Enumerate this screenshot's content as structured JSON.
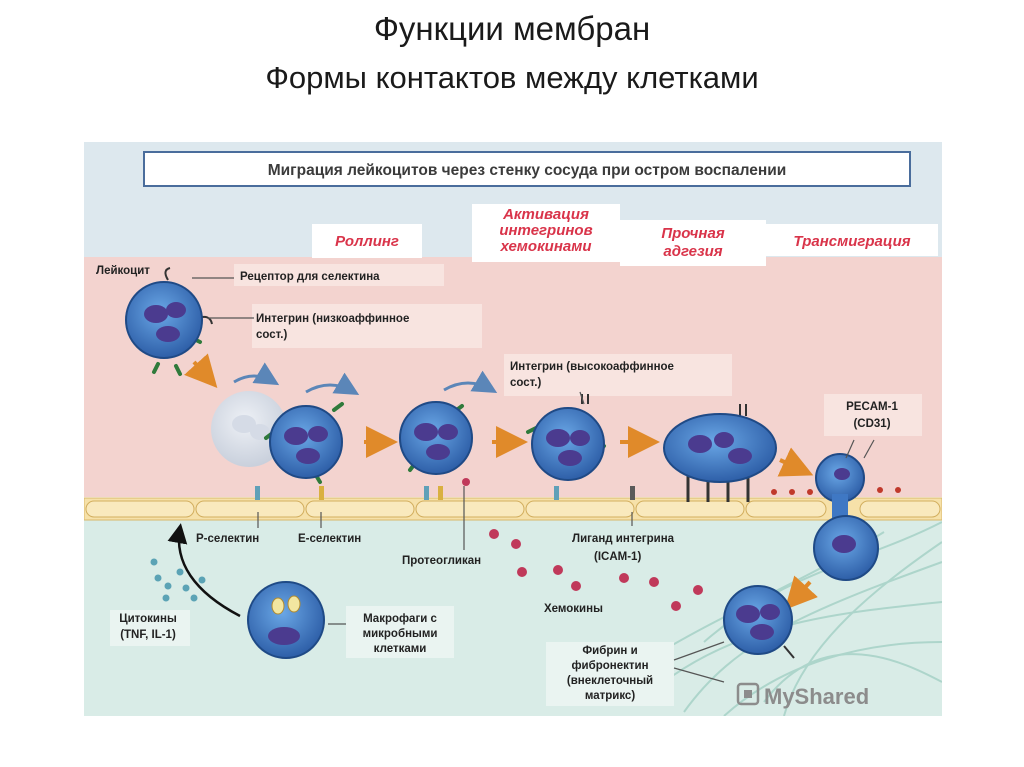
{
  "slide": {
    "title": "Функции мембран",
    "subtitle": "Формы контактов между клетками"
  },
  "figure": {
    "header": "Миграция лейкоцитов через стенку сосуда при остром воспалении",
    "stages": {
      "rolling": "Роллинг",
      "activation": [
        "Активация",
        "интегринов",
        "хемокинами"
      ],
      "adhesion": [
        "Прочная",
        "адгезия"
      ],
      "transmigration": "Трансмиграция"
    },
    "labels": {
      "leukocyte": "Лейкоцит",
      "selectin_receptor": "Рецептор для селектина",
      "integrin_low": [
        "Интегрин (низкоаффинное",
        "сост.)"
      ],
      "integrin_high": [
        "Интегрин (высокоаффинное",
        "сост.)"
      ],
      "pecam": [
        "PECAM-1",
        "(CD31)"
      ],
      "p_selectin": "Р-селектин",
      "e_selectin": "Е-селектин",
      "proteoglycan": "Протеогликан",
      "integrin_ligand": [
        "Лиганд интегрина",
        "(ICAM-1)"
      ],
      "cytokines": [
        "Цитокины",
        "(TNF, IL-1)"
      ],
      "macrophages": [
        "Макрофаги с",
        "микробными",
        "клетками"
      ],
      "chemokines": "Хемокины",
      "fibrin": [
        "Фибрин и",
        "фибронектин",
        "(внеклеточный",
        "матрикс)"
      ]
    },
    "watermark": "MyShared",
    "colors": {
      "vessel_lumen": "#f3d3cf",
      "tissue": "#d9ece7",
      "endothelium": "#f6e1a9",
      "cell_body": "#3f78c4",
      "nucleus": "#4b3b8f",
      "stage_text": "#d9344a",
      "arrow": "#e08a2a"
    }
  }
}
